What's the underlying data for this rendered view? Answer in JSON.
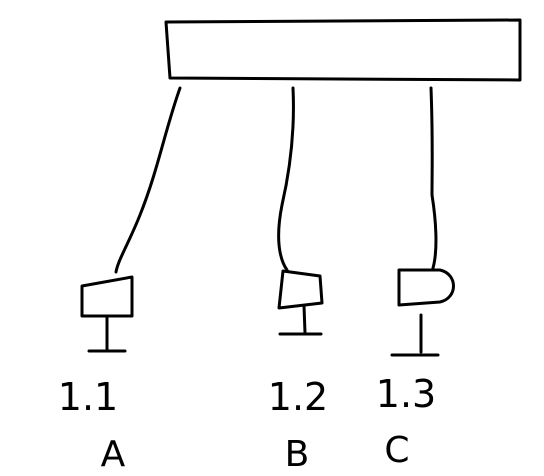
{
  "colors": {
    "ink": "#000000",
    "background": "#ffffff"
  },
  "hub": {},
  "nodes": [
    {
      "id": "node-a",
      "address": "1.1",
      "label": "A"
    },
    {
      "id": "node-b",
      "address": "1.2",
      "label": "B"
    },
    {
      "id": "node-c",
      "address": "1.3",
      "label": "C"
    }
  ]
}
